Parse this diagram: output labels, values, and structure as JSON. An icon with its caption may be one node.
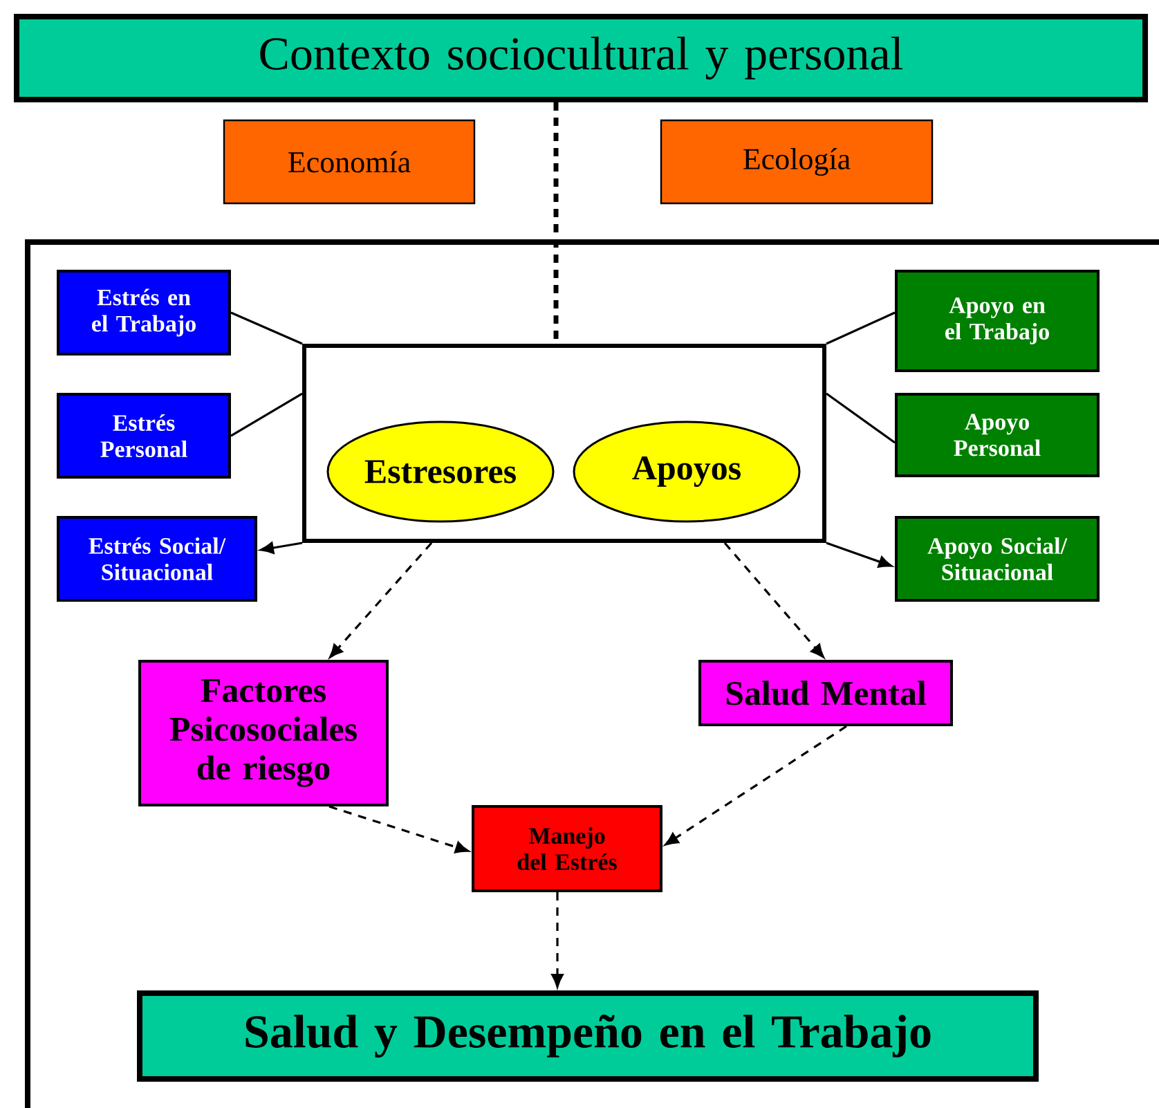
{
  "diagram": {
    "nodes": [
      {
        "text": [
          "Contexto sociocultural y personal"
        ]
      },
      {
        "text": [
          "Economía"
        ]
      },
      {
        "text": [
          "Ecología"
        ]
      },
      {
        "text": [],
        "shape": "box"
      },
      {
        "text": [],
        "shape": "box",
        "in": 3
      },
      {
        "text": [
          "Estresores"
        ],
        "in": 4
      },
      {
        "text": [
          "Apoyos"
        ],
        "in": 4
      },
      {
        "text": [
          "Estrés en el Trabajo"
        ],
        "in": 3
      },
      {
        "text": [
          "Estrés Personal"
        ],
        "in": 3
      },
      {
        "text": [
          "Estrés Social/ Situacional"
        ],
        "in": 3
      },
      {
        "text": [
          "Apoyo en el Trabajo"
        ],
        "in": 3
      },
      {
        "text": [
          "Apoyo Personal"
        ],
        "in": 3
      },
      {
        "text": [
          "Apoyo Social/ Situacional"
        ],
        "in": 3
      },
      {
        "text": [
          "Factores Psicosociales de riesgo"
        ],
        "in": 3
      },
      {
        "text": [
          "Salud Mental"
        ],
        "in": 3
      },
      {
        "text": [
          "Manejo del Estrés"
        ],
        "in": 3
      },
      {
        "text": [
          "Salud y Desempeño en el Trabajo"
        ],
        "in": 3
      }
    ],
    "edges": [
      {
        "from": 0,
        "to": 4,
        "arrow": "none",
        "style": "dashed"
      },
      {
        "from": 7,
        "to": 4,
        "arrow": "none"
      },
      {
        "from": 8,
        "to": 4,
        "arrow": "none"
      },
      {
        "from": 4,
        "to": 9,
        "arrow": "to"
      },
      {
        "from": 4,
        "to": 10,
        "arrow": "none"
      },
      {
        "from": 4,
        "to": 11,
        "arrow": "none"
      },
      {
        "from": 4,
        "to": 12,
        "arrow": "to"
      },
      {
        "from": 4,
        "to": 13,
        "arrow": "to",
        "style": "dashed"
      },
      {
        "from": 4,
        "to": 14,
        "arrow": "to",
        "style": "dashed"
      },
      {
        "from": 13,
        "to": 15,
        "arrow": "to",
        "style": "dashed"
      },
      {
        "from": 14,
        "to": 15,
        "arrow": "to",
        "style": "dashed"
      },
      {
        "from": 15,
        "to": 16,
        "arrow": "to",
        "style": "dashed"
      }
    ]
  }
}
